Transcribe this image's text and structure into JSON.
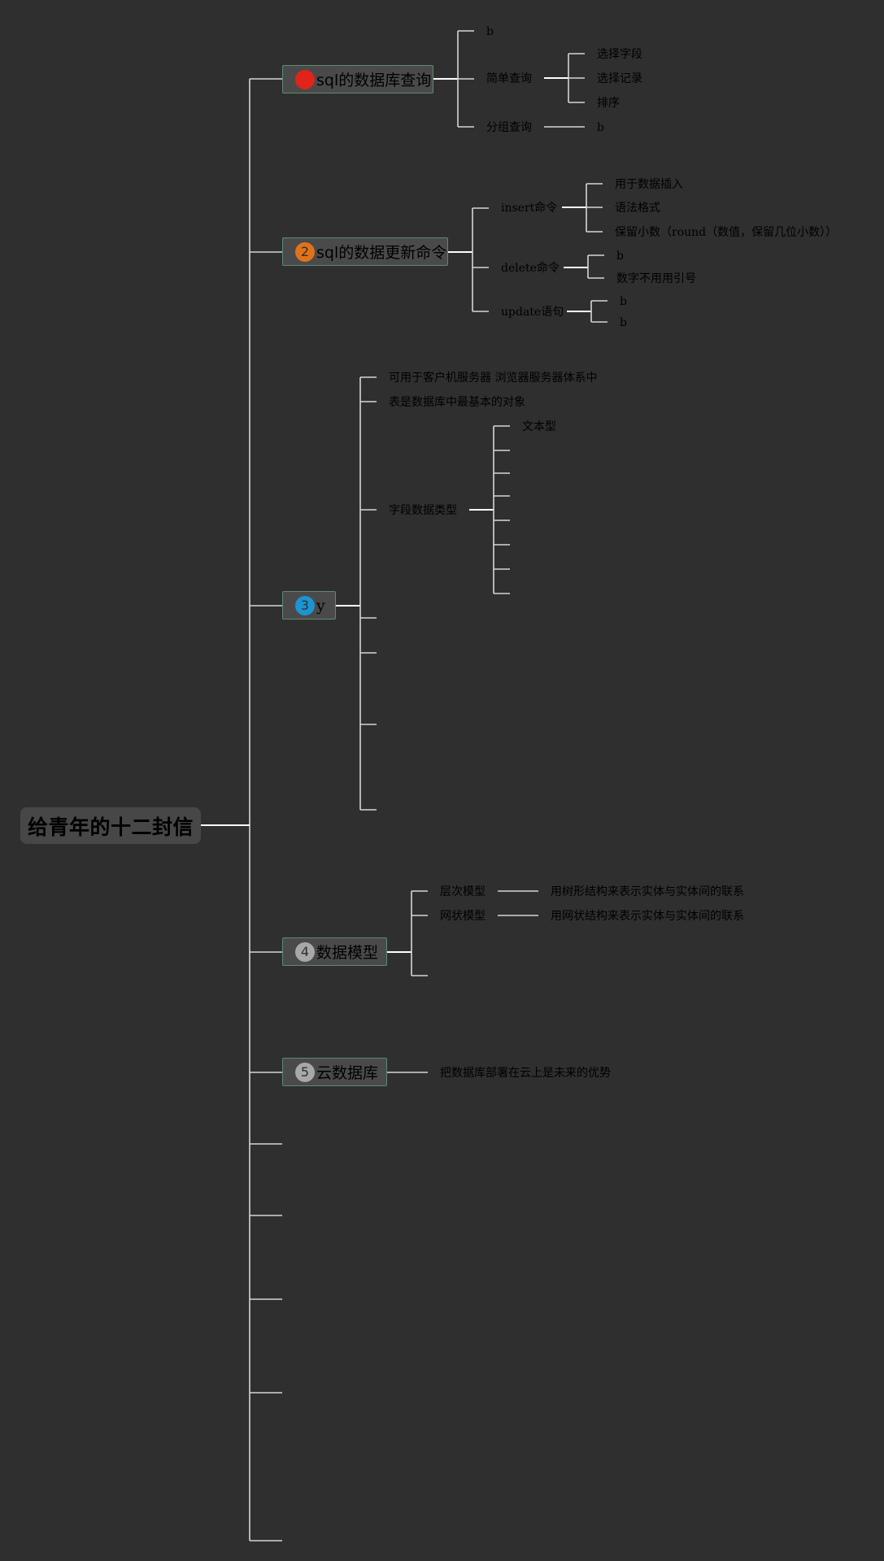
{
  "root": {
    "label": "给青年的十二封信"
  },
  "branches": [
    {
      "number": "",
      "badge_color": "#e0241a",
      "label": "sql的数据库查询",
      "children": [
        {
          "label": "b",
          "children": []
        },
        {
          "label": "简单查询",
          "children": [
            "选择字段",
            "选择记录",
            "排序"
          ]
        },
        {
          "label": "分组查询",
          "children": [
            "b"
          ]
        }
      ]
    },
    {
      "number": "2",
      "badge_color": "#e0731a",
      "label": "sql的数据更新命令",
      "children": [
        {
          "label": "insert命令",
          "children": [
            "用于数据插入",
            "语法格式",
            "保留小数（round（数值，保留几位小数））"
          ]
        },
        {
          "label": "delete命令",
          "children": [
            "b",
            "数字不用用引号"
          ]
        },
        {
          "label": "update语句",
          "children": [
            "b",
            "b"
          ]
        }
      ]
    },
    {
      "number": "3",
      "badge_color": "#1d94d2",
      "label": "y",
      "children": [
        {
          "label": "可用于客户机服务器 浏览器服务器体系中",
          "children": []
        },
        {
          "label": "表是数据库中最基本的对象",
          "children": []
        },
        {
          "label": "字段数据类型",
          "children": [
            "文本型",
            "",
            "",
            "",
            "",
            "",
            "",
            ""
          ]
        },
        {
          "label": "",
          "children": []
        },
        {
          "label": "",
          "children": []
        },
        {
          "label": "",
          "children": []
        },
        {
          "label": "",
          "children": []
        }
      ]
    },
    {
      "number": "4",
      "badge_color": "#a8a8a8",
      "label": "数据模型",
      "children": [
        {
          "label": "层次模型",
          "children": [
            "用树形结构来表示实体与实体间的联系"
          ]
        },
        {
          "label": "网状模型",
          "children": [
            "用网状结构来表示实体与实体间的联系"
          ]
        },
        {
          "label": "",
          "children": []
        }
      ]
    },
    {
      "number": "5",
      "badge_color": "#a8a8a8",
      "label": "云数据库",
      "children": [
        {
          "label": "把数据库部署在云上是未来的优势",
          "children": []
        }
      ]
    }
  ]
}
